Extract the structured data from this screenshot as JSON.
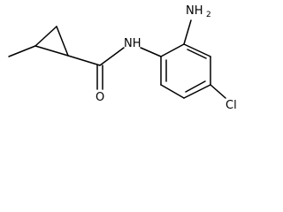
{
  "molecule": {
    "labels": {
      "amine": {
        "element": "NH",
        "subscript": "2"
      },
      "amide_nitrogen": "NH",
      "carbonyl_oxygen": "O",
      "chlorine": "Cl"
    }
  },
  "colors": {
    "bond": "#000000",
    "text": "#000000",
    "background": "#ffffff"
  }
}
